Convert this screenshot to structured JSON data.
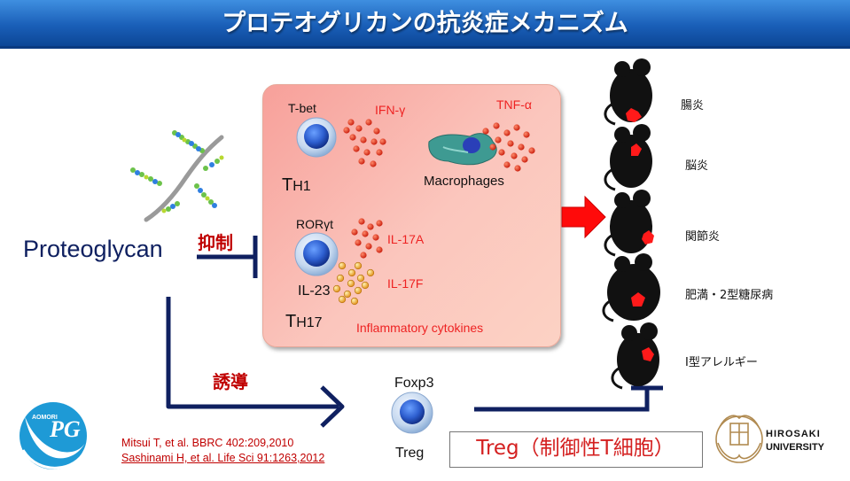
{
  "title": "プロテオグリカンの抗炎症メカニズム",
  "proteoglycan": "Proteoglycan",
  "suppress": "抑制",
  "induce": "誘導",
  "th1": {
    "tbet": "T-bet",
    "ifn": "IFN-γ",
    "label_t": "T",
    "label_sub": "H1"
  },
  "macrophage": {
    "tnf": "TNF-α",
    "label": "Macrophages"
  },
  "th17": {
    "ror": "RORγt",
    "il17a": "IL-17A",
    "il23": "IL-23",
    "il17f": "IL-17F",
    "label_t": "T",
    "label_sub": "H17"
  },
  "cytokines": "Inflammatory cytokines",
  "diseases": [
    "腸炎",
    "脳炎",
    "関節炎",
    "肥満・2型糖尿病",
    "I型アレルギー"
  ],
  "treg": {
    "foxp3": "Foxp3",
    "label": "Treg",
    "box": "Treg（制御性T細胞）"
  },
  "refs": [
    "Mitsui T, et al. BBRC 402:209,2010",
    "Sashinami H, et al. Life Sci 91:1263,2012"
  ],
  "logo_left": {
    "small": "AOMORI",
    "big": "PG"
  },
  "logo_right": {
    "line1": "HIROSAKI",
    "line2": "UNIVERSITY"
  },
  "colors": {
    "title_bar": "#1a5fb8",
    "navy": "#0f2060",
    "red": "#e02020",
    "cell_blue": "#2f6fd0",
    "panel": "#fbc6bd"
  }
}
